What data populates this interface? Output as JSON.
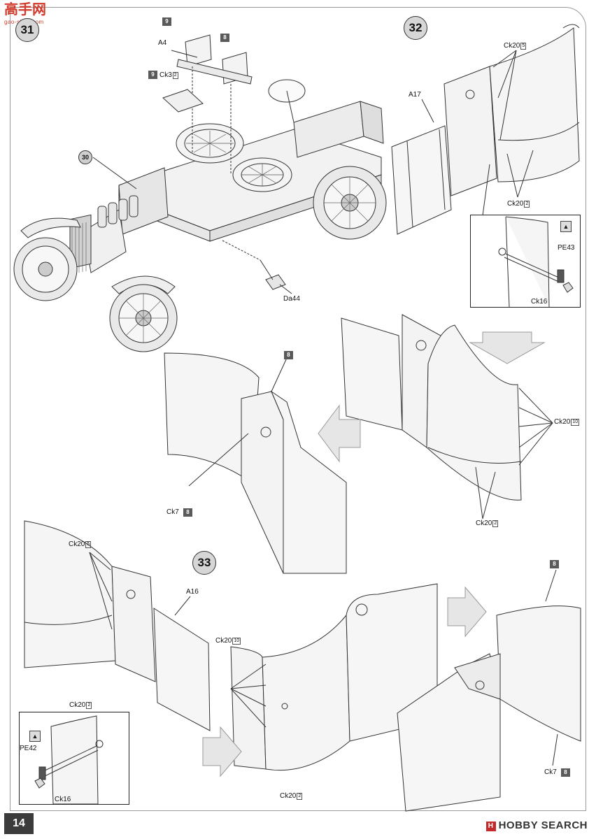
{
  "watermark": {
    "name": "高手网",
    "url": "gao-shou.com"
  },
  "page_number": "14",
  "brand": {
    "text": "HOBBY SEARCH",
    "mark": "H"
  },
  "steps": {
    "s31": "31",
    "s32": "32",
    "s33": "33"
  },
  "part_refs": {
    "p30": "30"
  },
  "labels": {
    "a4": "A4",
    "ck3": "Ck3",
    "ck3_count": "2",
    "da44": "Da44",
    "a17": "A17",
    "a16": "A16",
    "ck20": "Ck20",
    "count5": "5",
    "count2": "2",
    "count10": "10",
    "pe43": "PE43",
    "pe42": "PE42",
    "ck16": "Ck16",
    "ck7": "Ck7"
  },
  "paint_badges": {
    "b8": "8",
    "b9": "9"
  }
}
